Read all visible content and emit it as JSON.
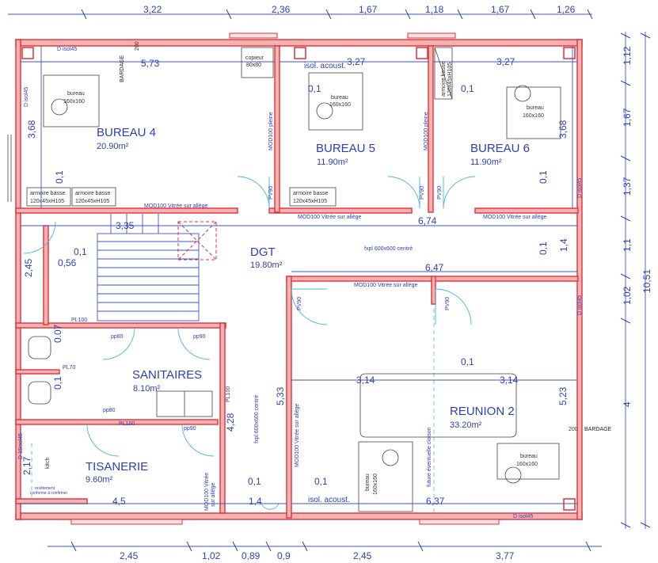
{
  "rooms": {
    "bureau4": {
      "name": "BUREAU 4",
      "area": "20.90m²"
    },
    "bureau5": {
      "name": "BUREAU 5",
      "area": "11.90m²"
    },
    "bureau6": {
      "name": "BUREAU 6",
      "area": "11.90m²"
    },
    "dgt": {
      "name": "DGT",
      "area": "19.80m²"
    },
    "sanitaires": {
      "name": "SANITAIRES",
      "area": "8.10m²"
    },
    "reunion2": {
      "name": "REUNION 2",
      "area": "33.20m²"
    },
    "tisanerie": {
      "name": "TISANERIE",
      "area": "9.60m²"
    }
  },
  "dims": {
    "top": [
      "3,22",
      "2,36",
      "1,67",
      "1,18",
      "1,67",
      "1,26"
    ],
    "bottom": [
      "2,45",
      "1,02",
      "0,89",
      "0,9",
      "2,45",
      "3,77"
    ],
    "right": [
      "1,12",
      "1,67",
      "1,37",
      "1,1",
      "1,02",
      "4"
    ],
    "right_total": "10,51",
    "inner": {
      "b4_width": "5,73",
      "b5_width": "3,27",
      "b6_width": "3,27",
      "b4_height": "3,68",
      "b6_height": "3,68",
      "corridor": "6,74",
      "stairs": "3,35",
      "dgt_right": "6,47",
      "stair_h": "2,45",
      "stair_w": "0,56",
      "reu_left": "3,14",
      "reu_right": "3,14",
      "reu_h_left": "5,33",
      "reu_h_right": "5,23",
      "reu_bottom": "6,37",
      "san_h": "4,28",
      "tis_w": "4,5",
      "tis_door": "1,4",
      "tis_h": "2,17",
      "r14": "1,4",
      "bardage_h": "200"
    },
    "small01": "0,1",
    "small007": "0.07"
  },
  "labels": {
    "disol45": "D isol45",
    "bardage": "BARDAGE",
    "copieur": "copieur",
    "copieur_size": "80x80",
    "isol_acoust": "isol. acoust.",
    "bureau": "bureau",
    "bureau_size": "160x160",
    "bureau_size2": "160x160",
    "armoire": "armoire basse",
    "armoire_size": "120x45xH105",
    "armoire_haute": "armoire basse",
    "armoire_haute_size": "120x45xH105",
    "mod_pleine": "MOD100 pleine",
    "mod_vitree": "MOD100 Vitrée sur allège",
    "mod_vitree_short": "MOD100 Vitrée",
    "sur_allege": "sur allège",
    "pv90": "PV90",
    "pp80": "pp80",
    "pp90": "pp90",
    "pl100": "PL100",
    "pl70": "PL70",
    "fxpl": "fxpl 600x600 centré",
    "future": "future éventuelle cloison",
    "kitch": "kitch",
    "d15isol45": "D 15isol45",
    "revetement": "revêtement",
    "revetement2": "conforme à confirmer"
  }
}
